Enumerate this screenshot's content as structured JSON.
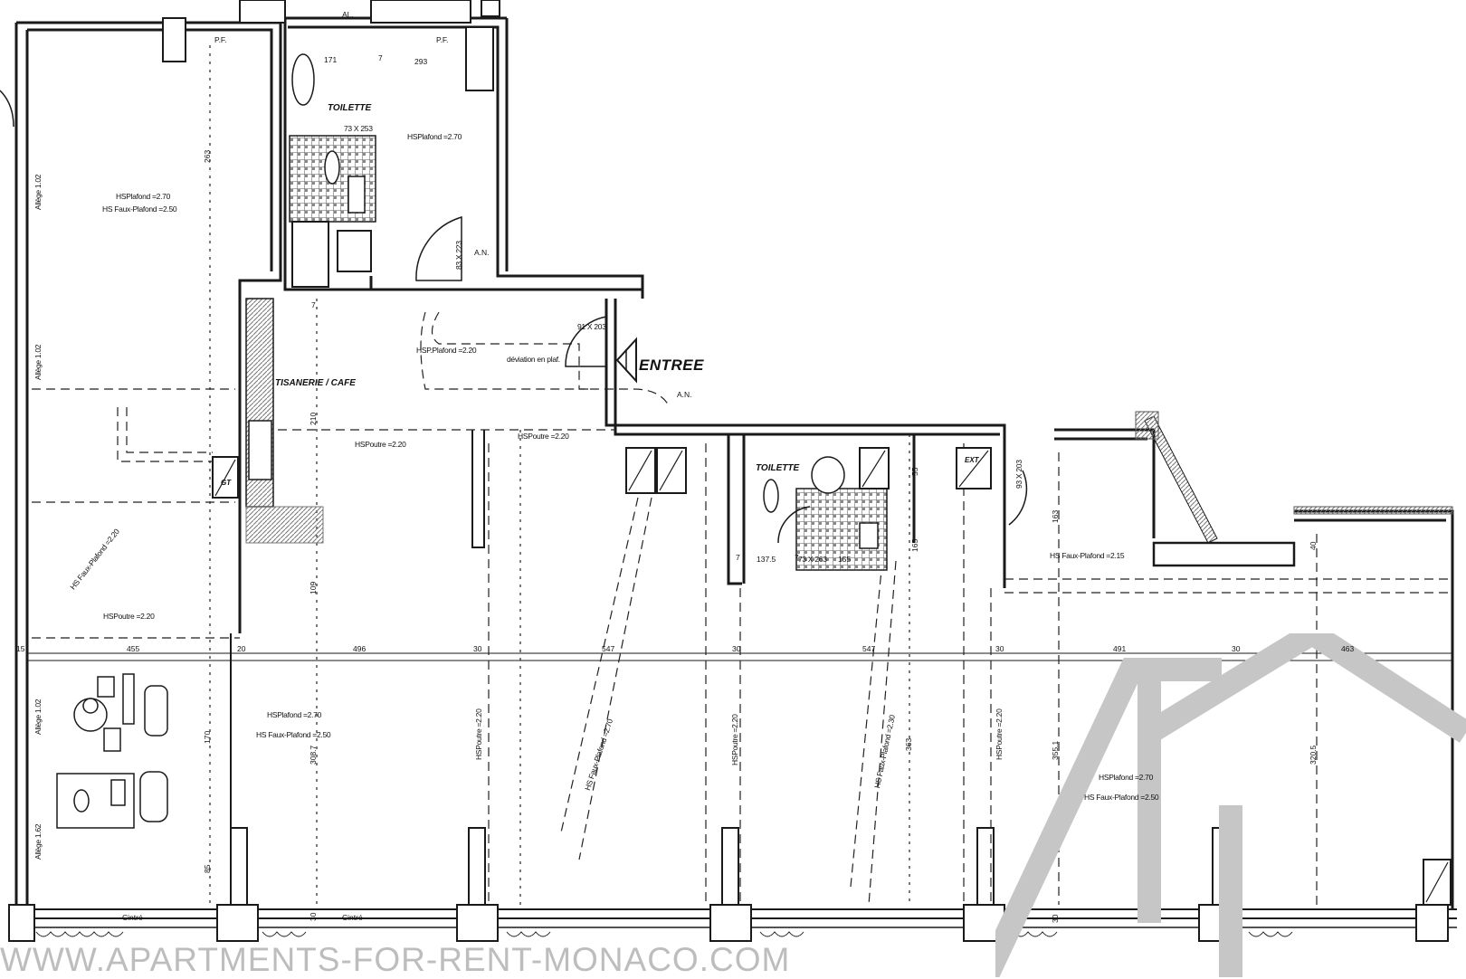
{
  "rooms": {
    "toilette_top": "TOILETTE",
    "toilette_mid": "TOILETTE",
    "tisanerie": "TISANERIE / CAFE",
    "entree": "ENTREE"
  },
  "annotations": {
    "pf_left": "P.F.",
    "pf_right": "P.F.",
    "al": "AL.",
    "an_top": "A.N.",
    "an_entry": "A.N.",
    "ext": "EXT.",
    "deviation": "déviation en plaf.",
    "gt": "GT",
    "cintre": "Cintré",
    "cintre_2": "Cintré"
  },
  "heights": {
    "left_room_1": "HSPlafond =2.70",
    "left_room_2": "HS Faux-Plafond =2.50",
    "top_office": "HSPlafond =2.70",
    "entry_corridor": "HSP.Plafond =2.20",
    "poutre_center": "HSPoutre =2.20",
    "poutre_center_2": "HSPoutre =2.20",
    "poutre_left": "HSPoutre =2.20",
    "faux_diag_left": "HS Faux-Plafond =2.20",
    "faux_right": "HS Faux-Plafond =2.15",
    "bottom_office_1": "HSPlafond =2.70",
    "bottom_office_2": "HS Faux-Plafond =2.50",
    "right_office_1": "HSPlafond =2.70",
    "right_office_2": "HS Faux-Plafond =2.50",
    "poutre_v1": "HSPoutre =2.20",
    "poutre_v2": "HSPoutre =2.20",
    "poutre_v3": "HSPoutre =2.20",
    "faux_v1": "HS Faux-Plafond =2.70",
    "faux_v2": "HS Faux-Plafond =2.30"
  },
  "allege": {
    "a1": "Allège 1.02",
    "a2": "Allège 1.02",
    "a3": "Allège 1.02",
    "a4": "Allège 1.62"
  },
  "dimensions": {
    "d455": "455",
    "d20": "20",
    "d496": "496",
    "d30a": "30",
    "d547a": "547",
    "d30b": "30",
    "d547b": "547",
    "d30c": "30",
    "d491": "491",
    "d30d": "30",
    "d463": "463",
    "d263": "263",
    "d210": "210",
    "d109": "109",
    "d170": "170",
    "d308": "308.7",
    "d85": "85",
    "d30v": "30",
    "d355": "355.1",
    "d320": "320.5",
    "d55": "55",
    "d165": "165",
    "d163": "163",
    "d137": "137.5",
    "d155": "155",
    "d7": "7",
    "d7b": "7",
    "d7c": "7",
    "d7d": "7",
    "d171": "171",
    "d293": "293",
    "d73": "73 X 253",
    "d73b": "73 X 263",
    "d83": "83 X 223",
    "d91": "91 X 203",
    "d93": "93 X 203",
    "d363": "363",
    "d30e": "30",
    "d40": "40",
    "d15": "15"
  },
  "watermark": {
    "text": "WWW.APARTMENTS-FOR-RENT-MONACO.COM"
  },
  "colors": {
    "wall": "#1a1a1a",
    "hatch": "#6e6e6e",
    "watermark": "#bdbdbd"
  }
}
